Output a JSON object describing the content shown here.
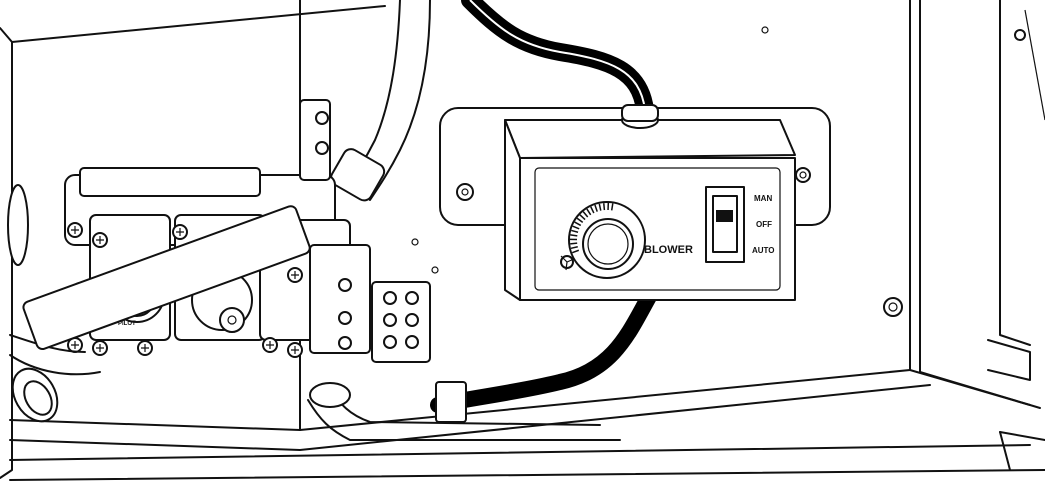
{
  "control_box": {
    "knob_label": "BLOWER",
    "switch_positions": [
      "MAN",
      "OFF",
      "AUTO"
    ]
  },
  "valve": {
    "knob_marking": "PILOT"
  },
  "colors": {
    "line": "#111111",
    "cable": "#000000",
    "background": "#ffffff"
  }
}
